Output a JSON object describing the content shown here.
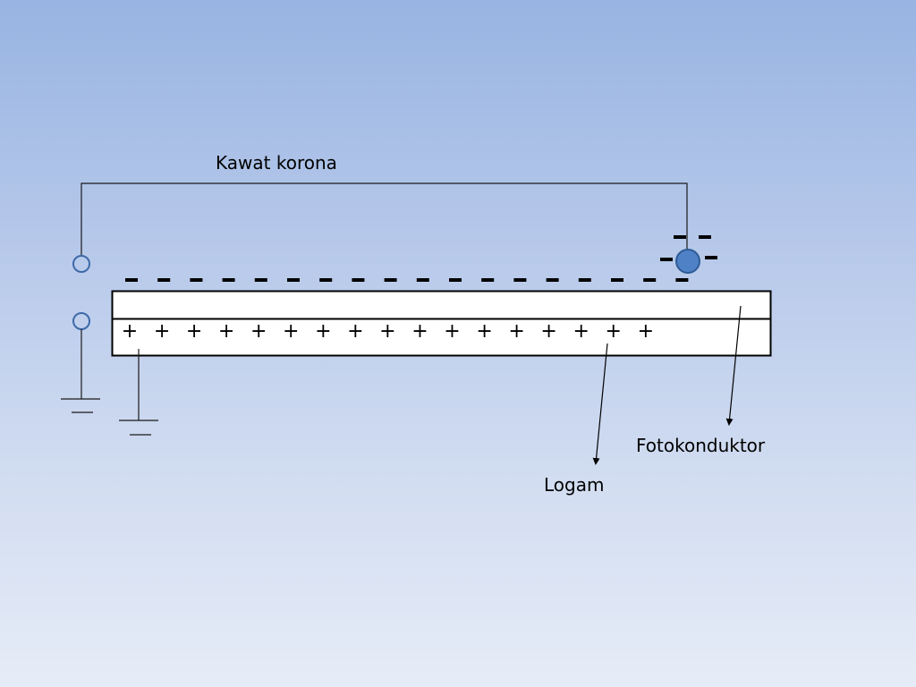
{
  "labels": {
    "corona_wire": "Kawat korona",
    "photoconductor": "Fotokonduktor",
    "metal": "Logam"
  },
  "symbols": {
    "positive": "+"
  },
  "counts": {
    "surface_negative_charges": 18,
    "metal_positive_charges": 17
  },
  "colors": {
    "wire": "#1a1a1a",
    "terminal": "#3d6aa8",
    "corona_ball_fill": "#4f81c7",
    "corona_ball_stroke": "#2e5b96",
    "plate_fill": "#ffffff",
    "plate_stroke": "#000000"
  }
}
